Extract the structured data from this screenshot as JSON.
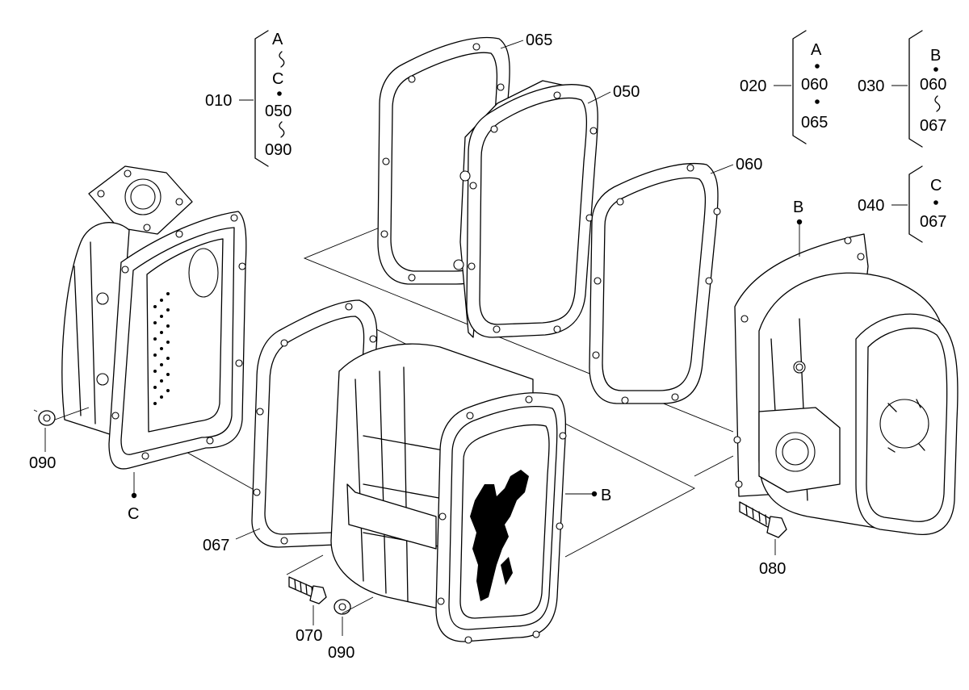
{
  "callouts": {
    "c065": "065",
    "c050": "050",
    "c060": "060",
    "c067": "067",
    "c070": "070",
    "c080": "080",
    "c090_left": "090",
    "c090_bottom": "090",
    "ref_b_top": "B",
    "ref_b_mid": "B",
    "ref_c": "C"
  },
  "groups": {
    "g010": {
      "code": "010",
      "items": [
        "A",
        "C",
        "050",
        "090"
      ],
      "separators": [
        "~",
        "•",
        "~"
      ]
    },
    "g020": {
      "code": "020",
      "items": [
        "A",
        "060",
        "065"
      ],
      "separators": [
        "•",
        "•"
      ]
    },
    "g030": {
      "code": "030",
      "items": [
        "B",
        "060",
        "067"
      ],
      "separators": [
        "•",
        "~"
      ]
    },
    "g040": {
      "code": "040",
      "items": [
        "C",
        "067"
      ],
      "separators": [
        "•"
      ]
    }
  }
}
